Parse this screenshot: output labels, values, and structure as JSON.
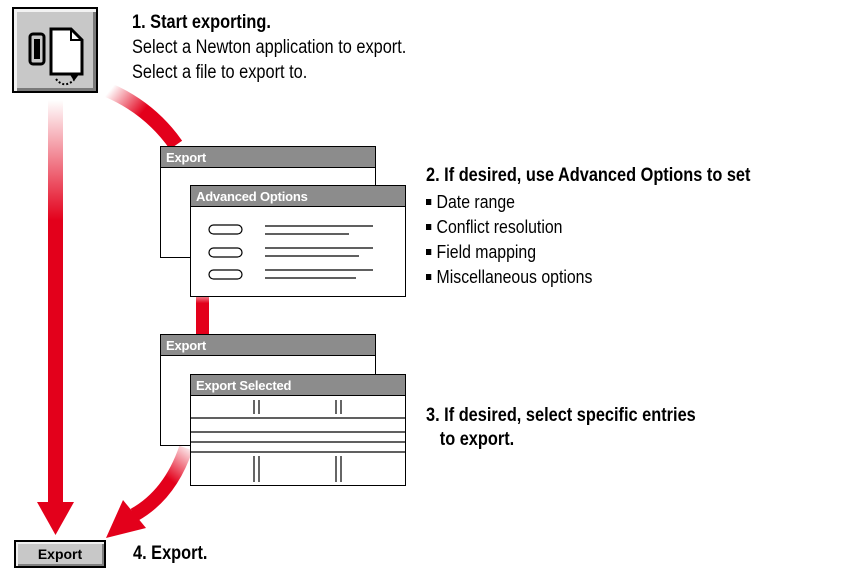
{
  "steps": {
    "step1": {
      "title": "1. Start exporting.",
      "lines": [
        "Select a Newton application to export.",
        "Select a file to export to."
      ]
    },
    "step2": {
      "title": "2. If desired, use Advanced Options to set",
      "bullets": [
        "Date range",
        "Conflict resolution",
        "Field mapping",
        "Miscellaneous options"
      ]
    },
    "step3": {
      "title_line1": "3. If desired, select specific entries",
      "title_line2": "to export."
    },
    "step4": {
      "title": "4. Export."
    }
  },
  "windows": {
    "export_1": "Export",
    "advanced_options": "Advanced Options",
    "export_2": "Export",
    "export_selected": "Export Selected"
  },
  "export_button": "Export",
  "icons": {
    "app_icon": "newton-export-icon",
    "flow_arrows": "red-arrow"
  },
  "colors": {
    "arrow": "#e3001b",
    "title_bar": "#8c8c8c",
    "button_face": "#c8c8c8"
  }
}
